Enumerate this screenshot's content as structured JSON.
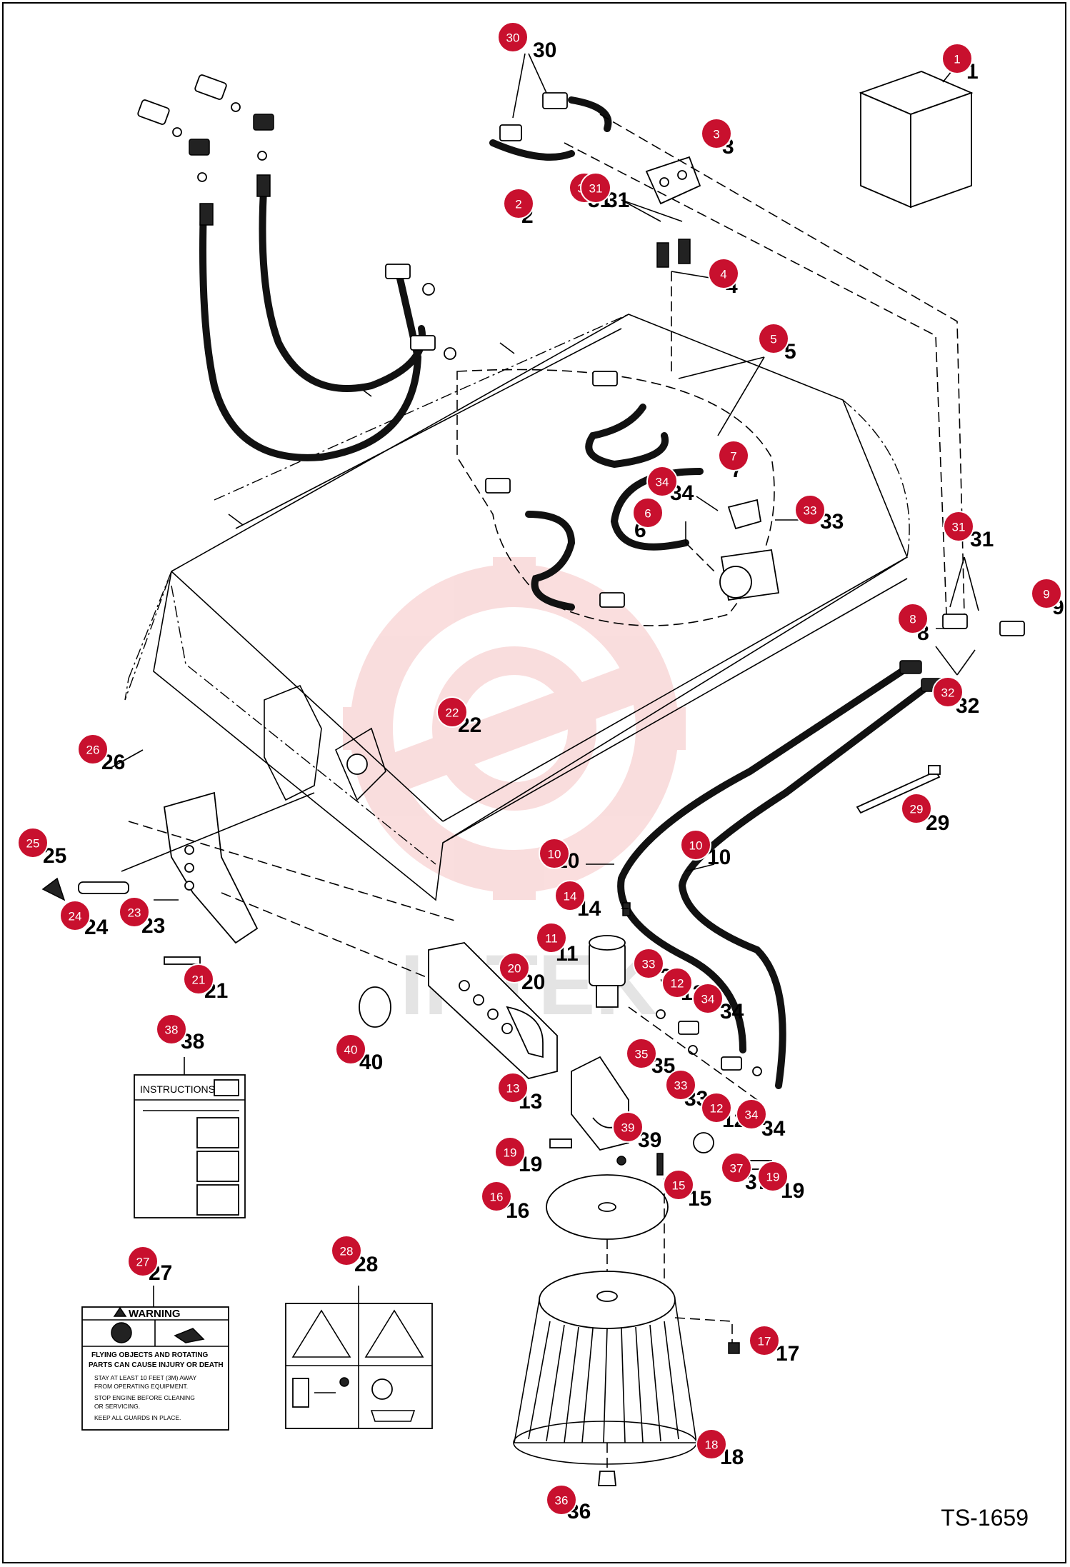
{
  "drawing_code": "TS-1659",
  "watermark": "IHTEK",
  "callouts": [
    {
      "num": "1"
    },
    {
      "num": "2"
    },
    {
      "num": "3"
    },
    {
      "num": "4"
    },
    {
      "num": "5"
    },
    {
      "num": "6"
    },
    {
      "num": "7"
    },
    {
      "num": "8"
    },
    {
      "num": "9"
    },
    {
      "num": "10"
    },
    {
      "num": "10"
    },
    {
      "num": "11"
    },
    {
      "num": "12"
    },
    {
      "num": "12"
    },
    {
      "num": "13"
    },
    {
      "num": "14"
    },
    {
      "num": "15"
    },
    {
      "num": "16"
    },
    {
      "num": "17"
    },
    {
      "num": "18"
    },
    {
      "num": "19"
    },
    {
      "num": "19"
    },
    {
      "num": "20"
    },
    {
      "num": "21"
    },
    {
      "num": "22"
    },
    {
      "num": "23"
    },
    {
      "num": "24"
    },
    {
      "num": "25"
    },
    {
      "num": "26"
    },
    {
      "num": "27"
    },
    {
      "num": "28"
    },
    {
      "num": "29"
    },
    {
      "num": "30"
    },
    {
      "num": "31"
    },
    {
      "num": "31"
    },
    {
      "num": "31"
    },
    {
      "num": "32"
    },
    {
      "num": "33"
    },
    {
      "num": "33"
    },
    {
      "num": "33"
    },
    {
      "num": "34"
    },
    {
      "num": "34"
    },
    {
      "num": "34"
    },
    {
      "num": "35"
    },
    {
      "num": "36"
    },
    {
      "num": "37"
    },
    {
      "num": "38"
    },
    {
      "num": "39"
    },
    {
      "num": "40"
    }
  ],
  "decal_instructions": {
    "title": "INSTRUCTIONS"
  },
  "decal_warning": {
    "header": "WARNING",
    "headline_1": "FLYING OBJECTS AND ROTATING",
    "headline_2": "PARTS CAN CAUSE INJURY OR DEATH",
    "bullets": [
      "STAY AT LEAST 10 FEET (3M) AWAY",
      "FROM OPERATING EQUIPMENT.",
      "STOP ENGINE BEFORE CLEANING",
      "OR SERVICING.",
      "KEEP ALL GUARDS IN PLACE."
    ]
  },
  "colors": {
    "badge": "#c8102e",
    "line": "#000000",
    "watermark": "#e24a4a"
  }
}
